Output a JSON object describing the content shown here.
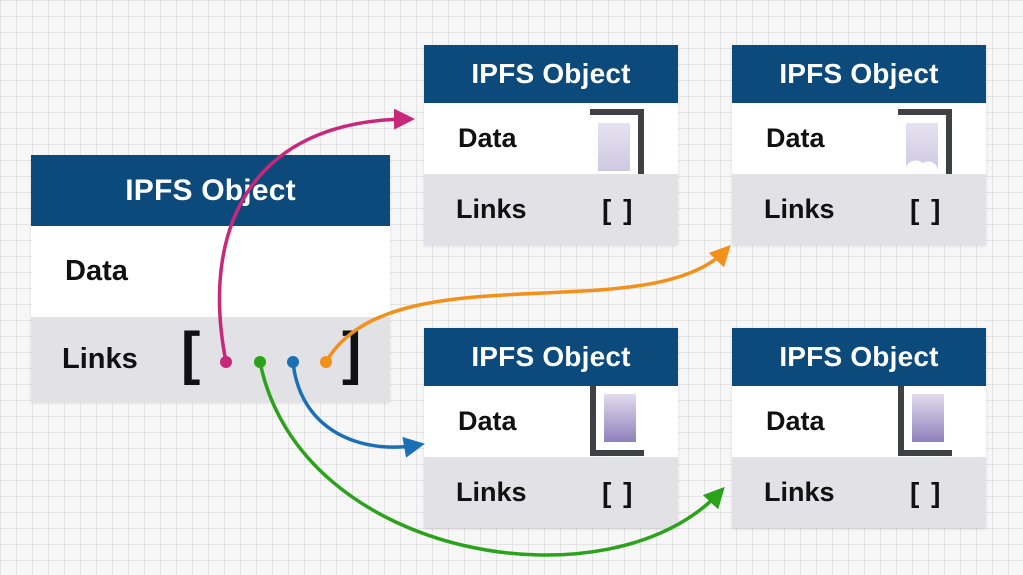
{
  "objects": {
    "main": {
      "title": "IPFS Object",
      "data_label": "Data",
      "links_label": "Links",
      "open_bracket": "[",
      "close_bracket": "]"
    },
    "top_left": {
      "title": "IPFS Object",
      "data_label": "Data",
      "links_label": "Links",
      "links_value": "[ ]"
    },
    "top_right": {
      "title": "IPFS Object",
      "data_label": "Data",
      "links_label": "Links",
      "links_value": "[ ]"
    },
    "bottom_left": {
      "title": "IPFS Object",
      "data_label": "Data",
      "links_label": "Links",
      "links_value": "[ ]"
    },
    "bottom_right": {
      "title": "IPFS Object",
      "data_label": "Data",
      "links_label": "Links",
      "links_value": "[ ]"
    }
  },
  "link_colors": {
    "to_top_left": "#c8287a",
    "to_bottom_right": "#2ca21c",
    "to_bottom_left": "#1a6fb5",
    "to_top_right": "#f2901a"
  }
}
